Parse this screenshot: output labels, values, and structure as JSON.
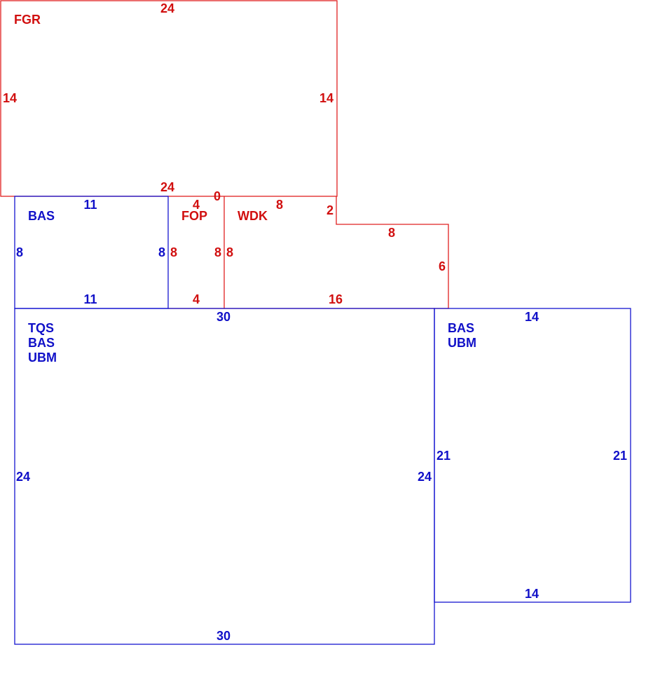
{
  "colors": {
    "red": "#d10f0f",
    "blue": "#1010c8"
  },
  "areas": {
    "fgr": {
      "label": "FGR",
      "top": "24",
      "bottom": "24",
      "left": "14",
      "right": "14"
    },
    "bas_small": {
      "label": "BAS",
      "top": "11",
      "bottom": "11",
      "left": "8",
      "right": "8"
    },
    "fop": {
      "label": "FOP",
      "top": "4",
      "bottom": "4",
      "left": "8",
      "right": "8"
    },
    "wdk": {
      "label": "WDK",
      "zero": "0",
      "top": "8",
      "step_v": "2",
      "step_h": "8",
      "right": "6",
      "bottom": "16",
      "left": "8"
    },
    "tqs": {
      "labels": [
        "TQS",
        "BAS",
        "UBM"
      ],
      "top": "30",
      "bottom": "30",
      "left": "24",
      "right": "24"
    },
    "bas_ubm": {
      "labels": [
        "BAS",
        "UBM"
      ],
      "top": "14",
      "bottom": "14",
      "left": "21",
      "right": "21"
    }
  }
}
